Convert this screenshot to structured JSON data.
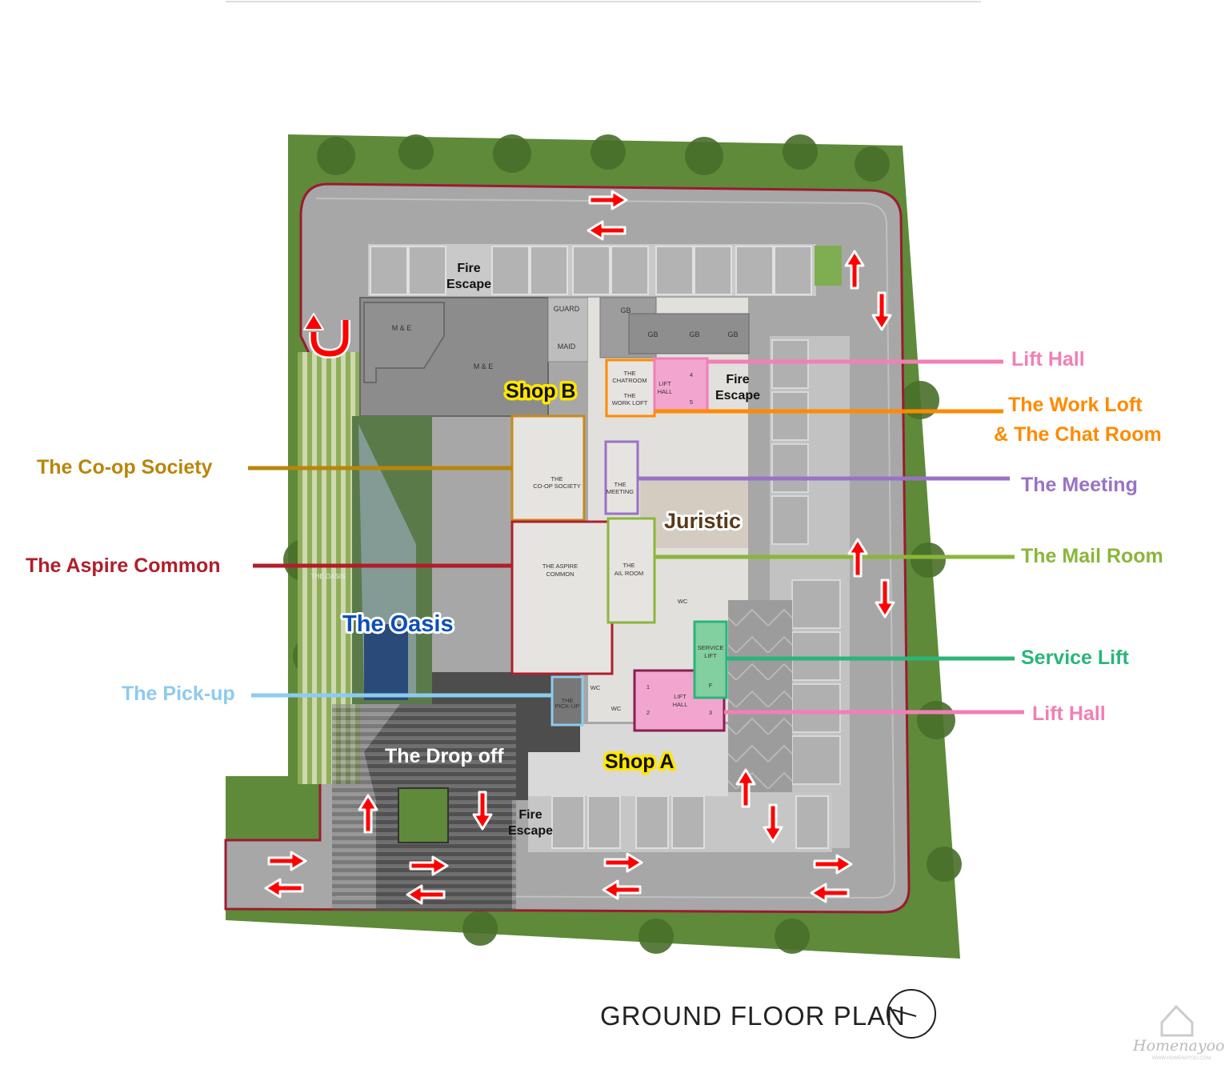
{
  "title": "GROUND FLOOR PLAN",
  "callouts": {
    "lift_hall_top": {
      "text": "Lift Hall",
      "color": "#f27fb5"
    },
    "work_loft_line1": {
      "text": "The Work Loft",
      "color": "#ff8a00"
    },
    "work_loft_line2": {
      "text": "& The Chat Room",
      "color": "#ff8a00"
    },
    "meeting": {
      "text": "The Meeting",
      "color": "#9a72c4"
    },
    "mail_room": {
      "text": "The Mail Room",
      "color": "#8ab63b"
    },
    "service_lift": {
      "text": "Service Lift",
      "color": "#2ab57a"
    },
    "lift_hall_bottom": {
      "text": "Lift Hall",
      "color": "#f27fb5"
    },
    "coop_society": {
      "text": "The Co-op Society",
      "color": "#b8860b"
    },
    "aspire_common": {
      "text": "The Aspire Common",
      "color": "#b01e2a"
    },
    "pick_up": {
      "text": "The Pick-up",
      "color": "#8ccbef"
    }
  },
  "areas": {
    "shop_a": "Shop A",
    "shop_b": "Shop B",
    "the_oasis": "The Oasis",
    "juristic": "Juristic",
    "drop_off": "The Drop off",
    "fire_escape_1": "Fire",
    "fire_escape_2": "Escape"
  },
  "rooms": {
    "me1": "M & E",
    "me2": "M & E",
    "guard": "GUARD",
    "maid": "MAID",
    "gb": "GB",
    "chatroom_1": "THE",
    "chatroom_2": "CHATROOM",
    "workloft_1": "THE",
    "workloft_2": "WORK LOFT",
    "lift_hall_1": "LIFT",
    "lift_hall_2": "HALL",
    "coop_1": "THE",
    "coop_2": "CO-OP SOCIETY",
    "meeting_1": "THE",
    "meeting_2": "MEETING",
    "aspire_1": "THE ASPIRE",
    "aspire_2": "COMMON",
    "mail_1": "THE",
    "mail_2": "AIL ROOM",
    "wc": "WC",
    "service_1": "SERVICE",
    "service_2": "LIFT",
    "f": "F",
    "pickup_1": "THE",
    "pickup_2": "PICK-UP",
    "oasis_small": "THE OASIS",
    "lift_1": "1",
    "lift_2": "2",
    "lift_3": "3",
    "lift_4": "4",
    "lift_5": "5"
  },
  "watermark": {
    "brand": "Homenayoo",
    "url": "WWW.HOMENAYOO.COM"
  },
  "colors": {
    "greenery": "#5e8a3a",
    "road": "#a7a7a7",
    "building": "#8c8c8c",
    "lift_pink": "#f2a6cf",
    "arrow_red": "#ff0000"
  }
}
